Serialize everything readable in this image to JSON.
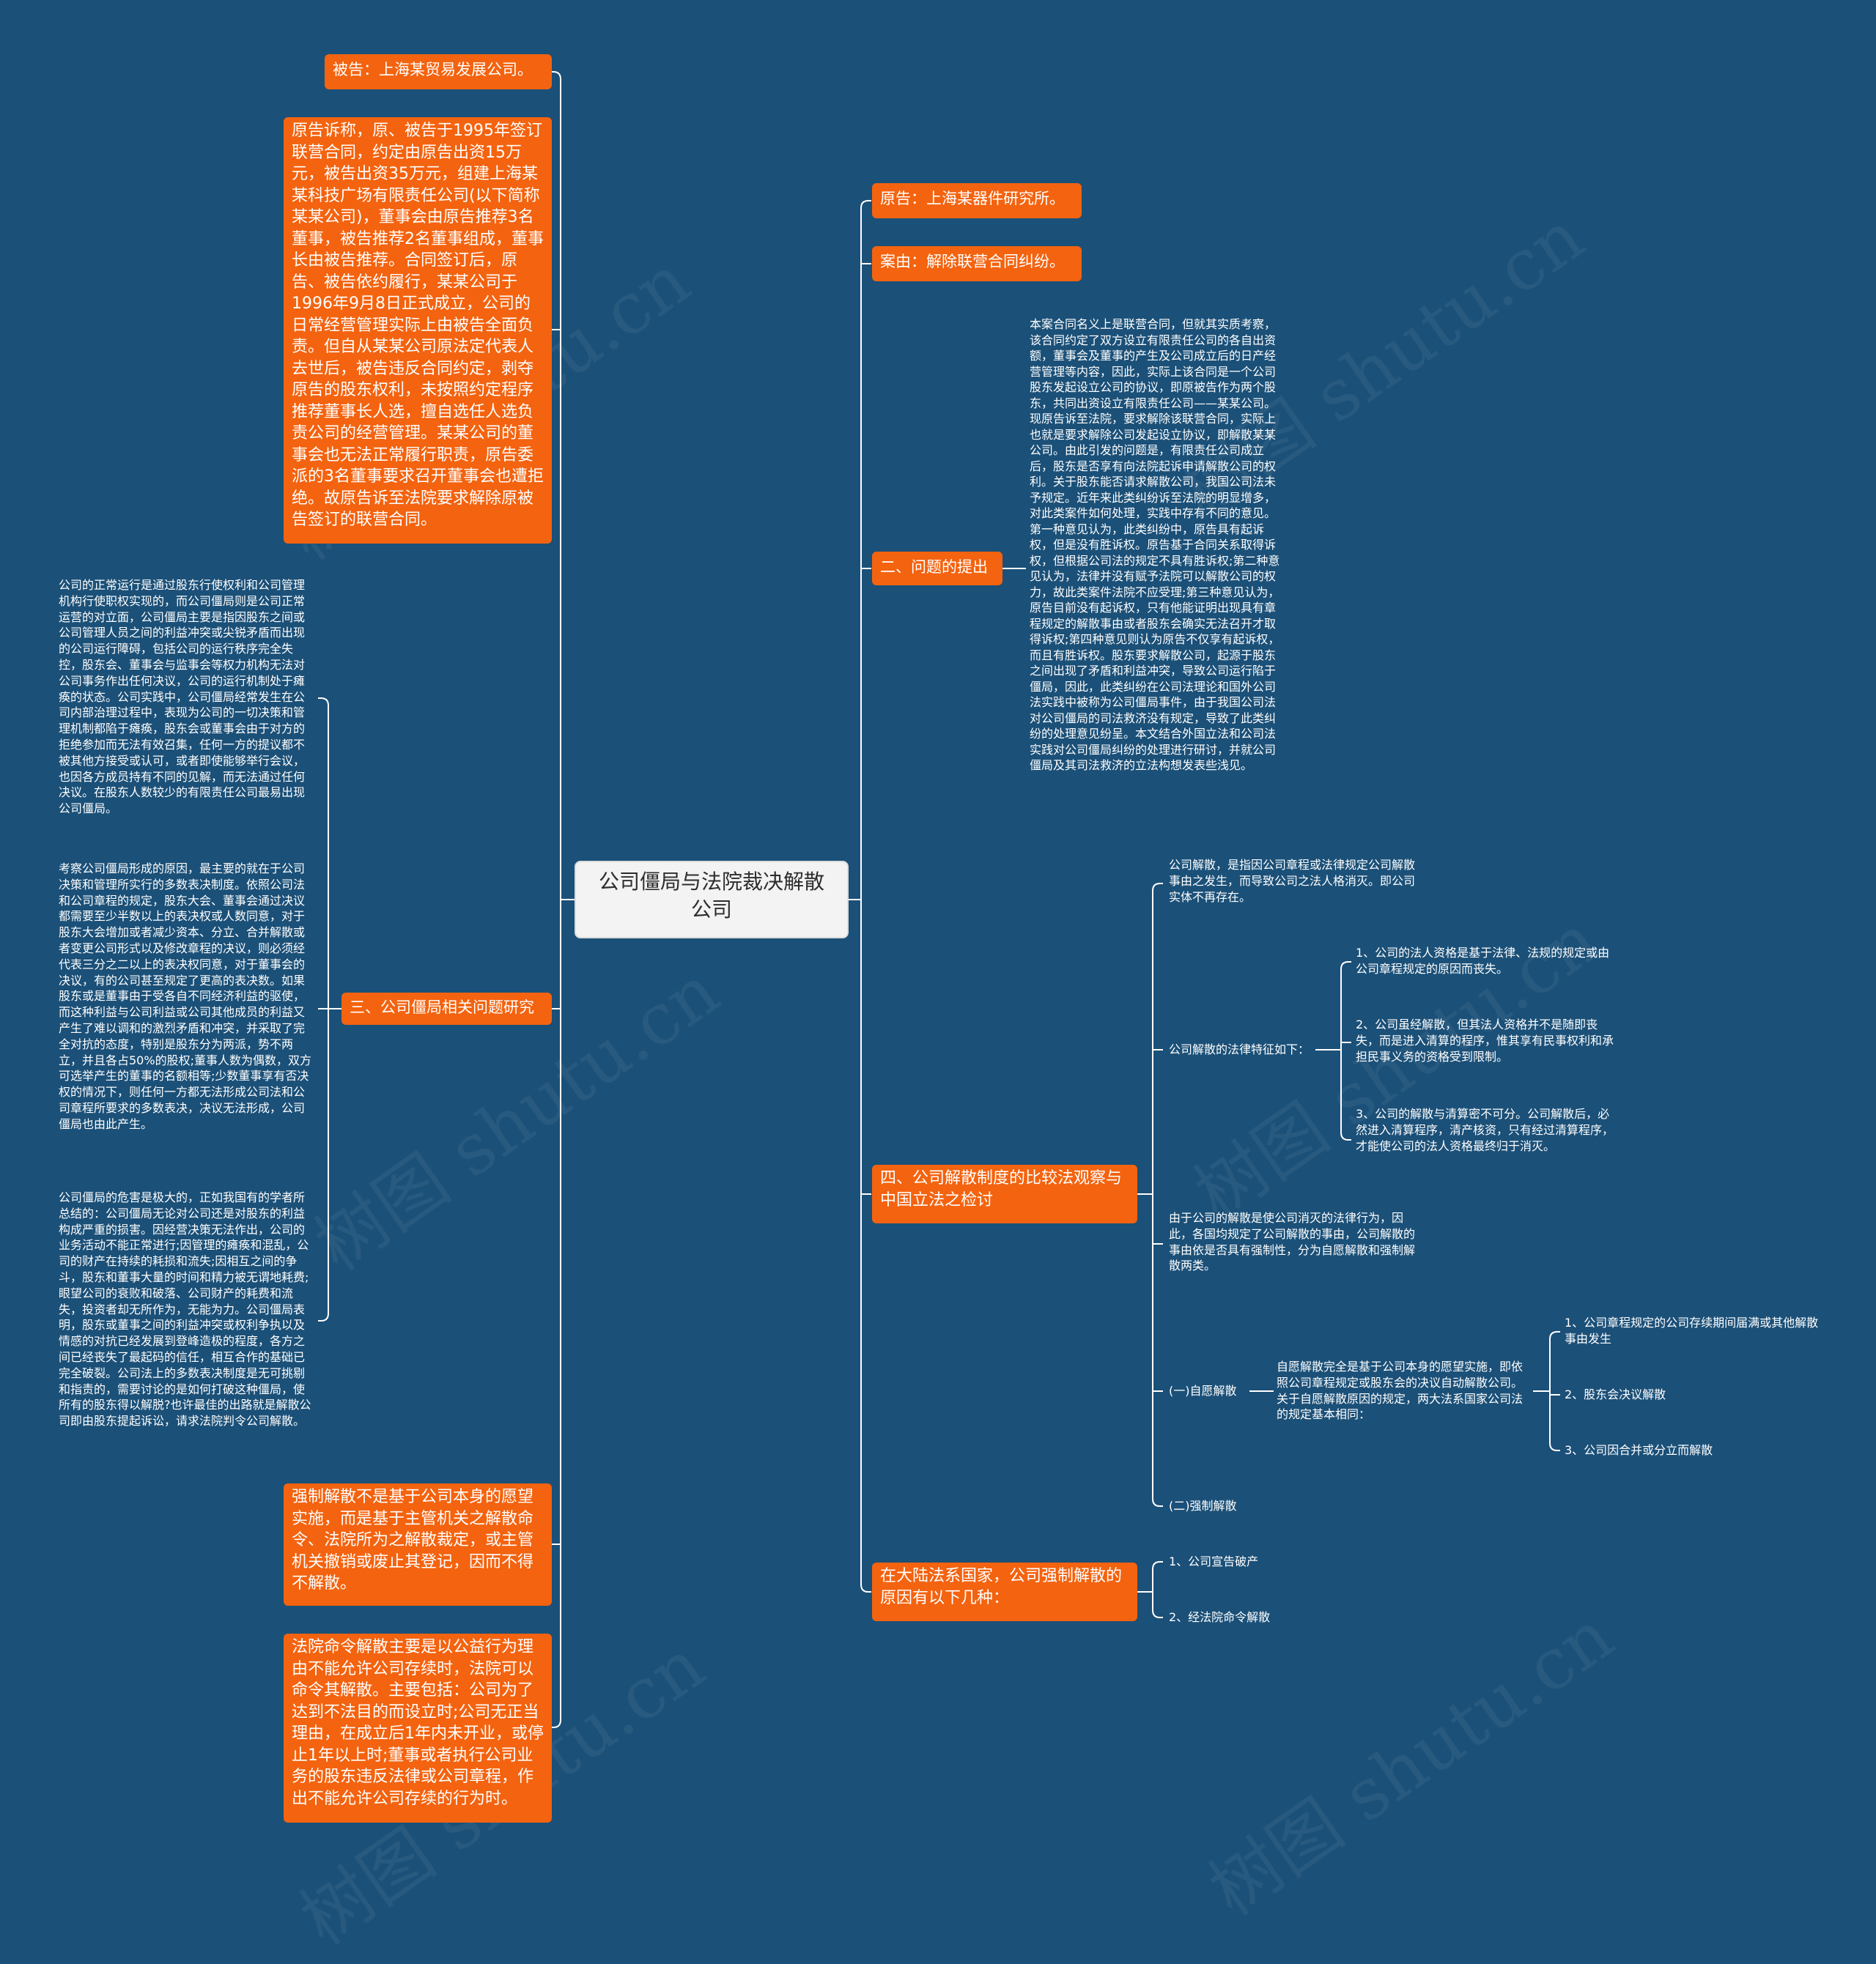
{
  "root": {
    "label": "公司僵局与法院裁决解散公司"
  },
  "left": {
    "defendant": "被告：上海某贸易发展公司。",
    "claim": "原告诉称，原、被告于1995年签订联营合同，约定由原告出资15万元，被告出资35万元，组建上海某某科技广场有限责任公司(以下简称某某公司)，董事会由原告推荐3名董事，被告推荐2名董事组成，董事长由被告推荐。合同签订后，原告、被告依约履行，某某公司于1996年9月8日正式成立，公司的日常经营管理实际上由被告全面负责。但自从某某公司原法定代表人去世后，被告违反合同约定，剥夺原告的股东权利，未按照约定程序推荐董事长人选，擅自选任人选负责公司的经营管理。某某公司的董事会也无法正常履行职责，原告委派的3名董事要求召开董事会也遭拒绝。故原告诉至法院要求解除原被告签订的联营合同。",
    "section3": {
      "label": "三、公司僵局相关问题研究",
      "text1": "公司的正常运行是通过股东行使权利和公司管理机构行使职权实现的，而公司僵局则是公司正常运营的对立面，公司僵局主要是指因股东之间或公司管理人员之间的利益冲突或尖锐矛盾而出现的公司运行障碍，包括公司的运行秩序完全失控，股东会、董事会与监事会等权力机构无法对公司事务作出任何决议，公司的运行机制处于瘫痪的状态。公司实践中，公司僵局经常发生在公司内部治理过程中，表现为公司的一切决策和管理机制都陷于瘫痪，股东会或董事会由于对方的拒绝参加而无法有效召集，任何一方的提议都不被其他方接受或认可，或者即使能够举行会议，也因各方成员持有不同的见解，而无法通过任何决议。在股东人数较少的有限责任公司最易出现公司僵局。",
      "text2": "考察公司僵局形成的原因，最主要的就在于公司决策和管理所实行的多数表决制度。依照公司法和公司章程的规定，股东大会、董事会通过决议都需要至少半数以上的表决权或人数同意，对于股东大会增加或者减少资本、分立、合并解散或者变更公司形式以及修改章程的决议，则必须经代表三分之二以上的表决权同意，对于董事会的决议，有的公司甚至规定了更高的表决数。如果股东或是董事由于受各自不同经济利益的驱使，而这种利益与公司利益或公司其他成员的利益又产生了难以调和的激烈矛盾和冲突，并采取了完全对抗的态度，特别是股东分为两派，势不两立，并且各占50%的股权;董事人数为偶数，双方可选举产生的董事的名额相等;少数董事享有否决权的情况下，则任何一方都无法形成公司法和公司章程所要求的多数表决，决议无法形成，公司僵局也由此产生。",
      "text3": "公司僵局的危害是极大的，正如我国有的学者所总结的：公司僵局无论对公司还是对股东的利益构成严重的损害。因经营决策无法作出，公司的业务活动不能正常进行;因管理的瘫痪和混乱，公司的财产在持续的耗损和流失;因相互之间的争斗，股东和董事大量的时间和精力被无谓地耗费;眼望公司的衰败和破落、公司财产的耗费和流失，投资者却无所作为，无能为力。公司僵局表明，股东或董事之间的利益冲突或权利争执以及情感的对抗已经发展到登峰造极的程度，各方之间已经丧失了最起码的信任，相互合作的基础已完全破裂。公司法上的多数表决制度是无可挑剔和指责的，需要讨论的是如何打破这种僵局，使所有的股东得以解脱?也许最佳的出路就是解散公司即由股东提起诉讼，请求法院判令公司解散。"
    },
    "compulsory": "强制解散不是基于公司本身的愿望实施，而是基于主管机关之解散命令、法院所为之解散裁定，或主管机关撤销或废止其登记，因而不得不解散。",
    "court_order": "法院命令解散主要是以公益行为理由不能允许公司存续时，法院可以命令其解散。主要包括：公司为了达到不法目的而设立时;公司无正当理由，在成立后1年内未开业，或停止1年以上时;董事或者执行公司业务的股东违反法律或公司章程，作出不能允许公司存续的行为时。"
  },
  "right": {
    "plaintiff": "原告：上海某器件研究所。",
    "cause": "案由：解除联营合同纠纷。",
    "section2": {
      "label": "二、问题的提出",
      "text": "本案合同名义上是联营合同，但就其实质考察，该合同约定了双方设立有限责任公司的各自出资额，董事会及董事的产生及公司成立后的日产经营管理等内容，因此，实际上该合同是一个公司股东发起设立公司的协议，即原被告作为两个股东，共同出资设立有限责任公司——某某公司。现原告诉至法院，要求解除该联营合同，实际上也就是要求解除公司发起设立协议，即解散某某公司。由此引发的问题是，有限责任公司成立后，股东是否享有向法院起诉申请解散公司的权利。关于股东能否请求解散公司，我国公司法未予规定。近年来此类纠纷诉至法院的明显增多，对此类案件如何处理，实践中存有不同的意见。第一种意见认为，此类纠纷中，原告具有起诉权，但是没有胜诉权。原告基于合同关系取得诉权，但根据公司法的规定不具有胜诉权;第二种意见认为，法律并没有赋予法院可以解散公司的权力，故此类案件法院不应受理;第三种意见认为，原告目前没有起诉权，只有他能证明出现具有章程规定的解散事由或者股东会确实无法召开才取得诉权;第四种意见则认为原告不仅享有起诉权，而且有胜诉权。股东要求解散公司，起源于股东之间出现了矛盾和利益冲突，导致公司运行陷于僵局，因此，此类纠纷在公司法理论和国外公司法实践中被称为公司僵局事件，由于我国公司法对公司僵局的司法救济没有规定，导致了此类纠纷的处理意见纷呈。本文结合外国立法和公司法实践对公司僵局纠纷的处理进行研讨，并就公司僵局及其司法救济的立法构想发表些浅见。"
    },
    "section4": {
      "label": "四、公司解散制度的比较法观察与中国立法之检讨",
      "definition": "公司解散，是指因公司章程或法律规定公司解散事由之发生，而导致公司之法人格消灭。即公司实体不再存在。",
      "features_label": "公司解散的法律特征如下：",
      "features": [
        "1、公司的法人资格是基于法律、法规的规定或由公司章程规定的原因而丧失。",
        "2、公司虽经解散，但其法人资格并不是随即丧失，而是进入清算的程序，惟其享有民事权利和承担民事义务的资格受到限制。",
        "3、公司的解散与清算密不可分。公司解散后，必然进入清算程序，清产核资，只有经过清算程序，才能使公司的法人资格最终归于消灭。"
      ],
      "classification": "由于公司的解散是使公司消灭的法律行为，因此，各国均规定了公司解散的事由，公司解散的事由依是否具有强制性，分为自愿解散和强制解散两类。",
      "voluntary_label": "(一)自愿解散",
      "voluntary_text": "自愿解散完全是基于公司本身的愿望实施，即依照公司章程规定或股东会的决议自动解散公司。关于自愿解散原因的规定，两大法系国家公司法的规定基本相同：",
      "voluntary_items": [
        "1、公司章程规定的公司存续期间届满或其他解散事由发生",
        "2、股东会决议解散",
        "3、公司因合并或分立而解散"
      ],
      "compulsory_label": "(二)强制解散"
    },
    "civil_law": {
      "label": "在大陆法系国家，公司强制解散的原因有以下几种：",
      "items": [
        "1、公司宣告破产",
        "2、经法院命令解散"
      ]
    }
  },
  "colors": {
    "background": "#1b5078",
    "node": "#f4630f",
    "root_bg": "#f3f3f3",
    "line": "#ffffff"
  }
}
